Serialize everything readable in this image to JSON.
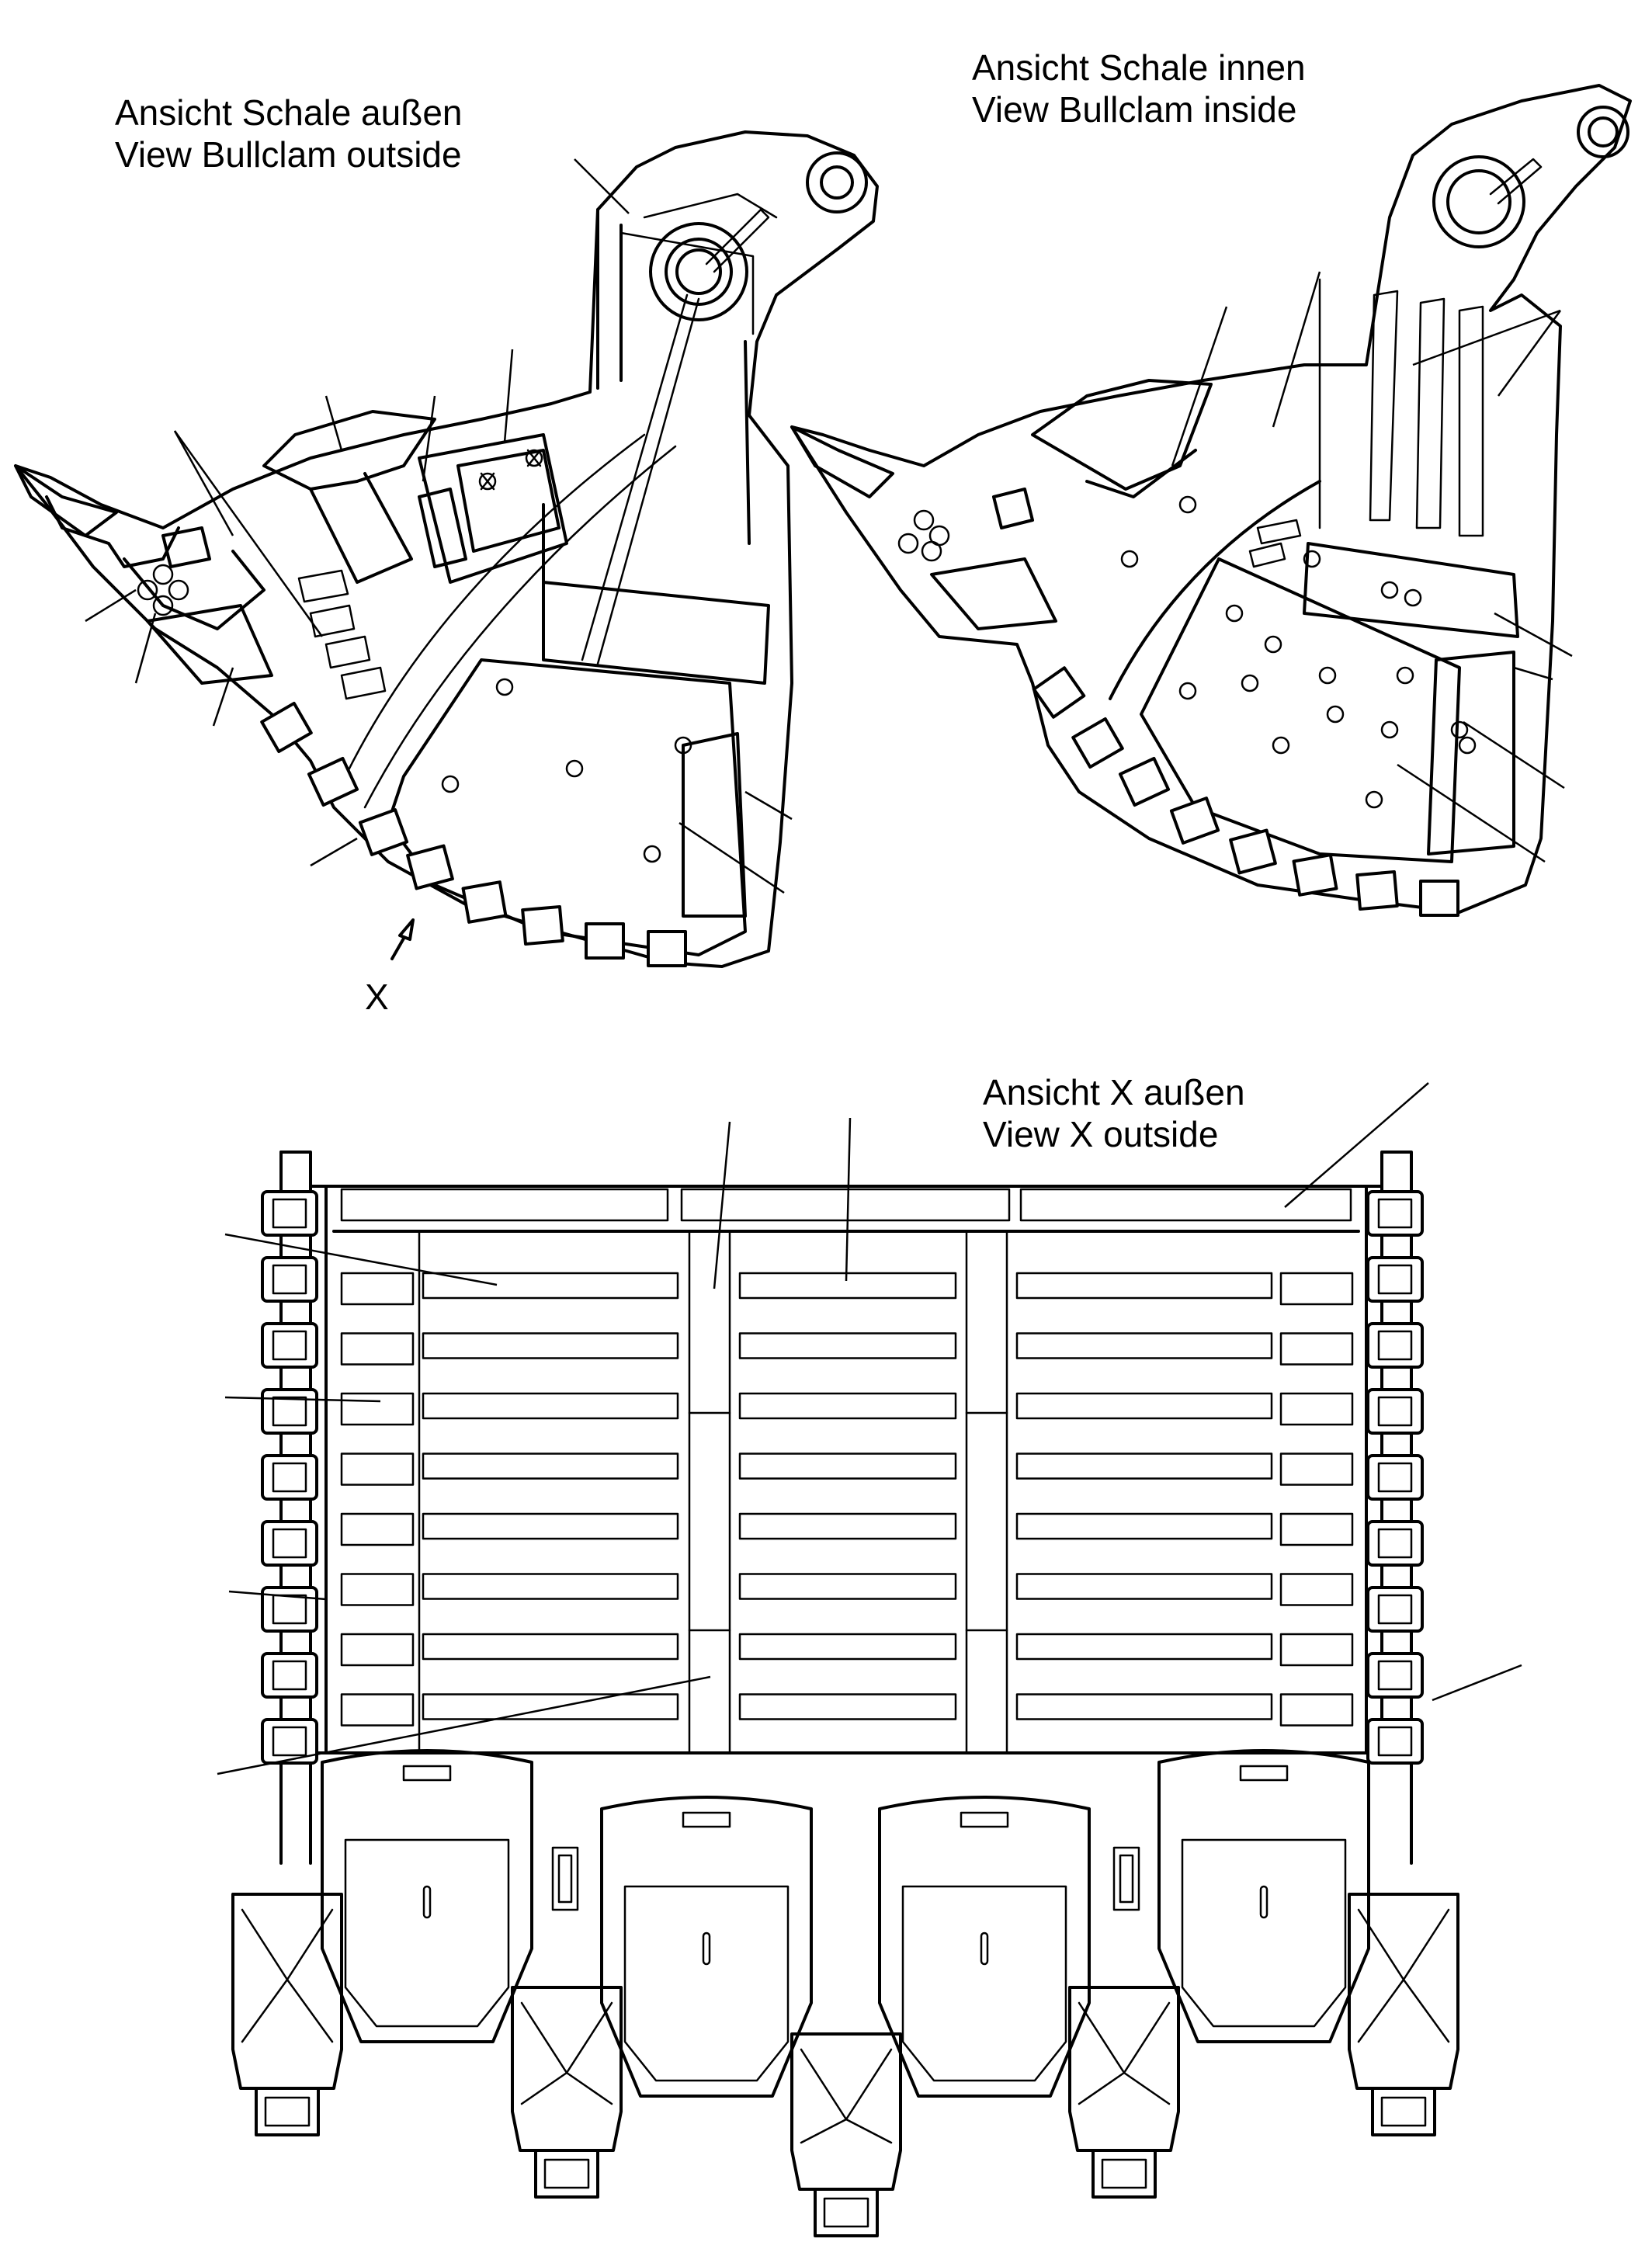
{
  "views": {
    "outside": {
      "line1": "Ansicht Schale außen",
      "line2": "View Bullclam outside"
    },
    "inside": {
      "line1": "Ansicht Schale innen",
      "line2": "View Bullclam inside"
    },
    "x_view": {
      "line1": "Ansicht X außen",
      "line2": "View X outside"
    }
  },
  "view_marker": "X"
}
